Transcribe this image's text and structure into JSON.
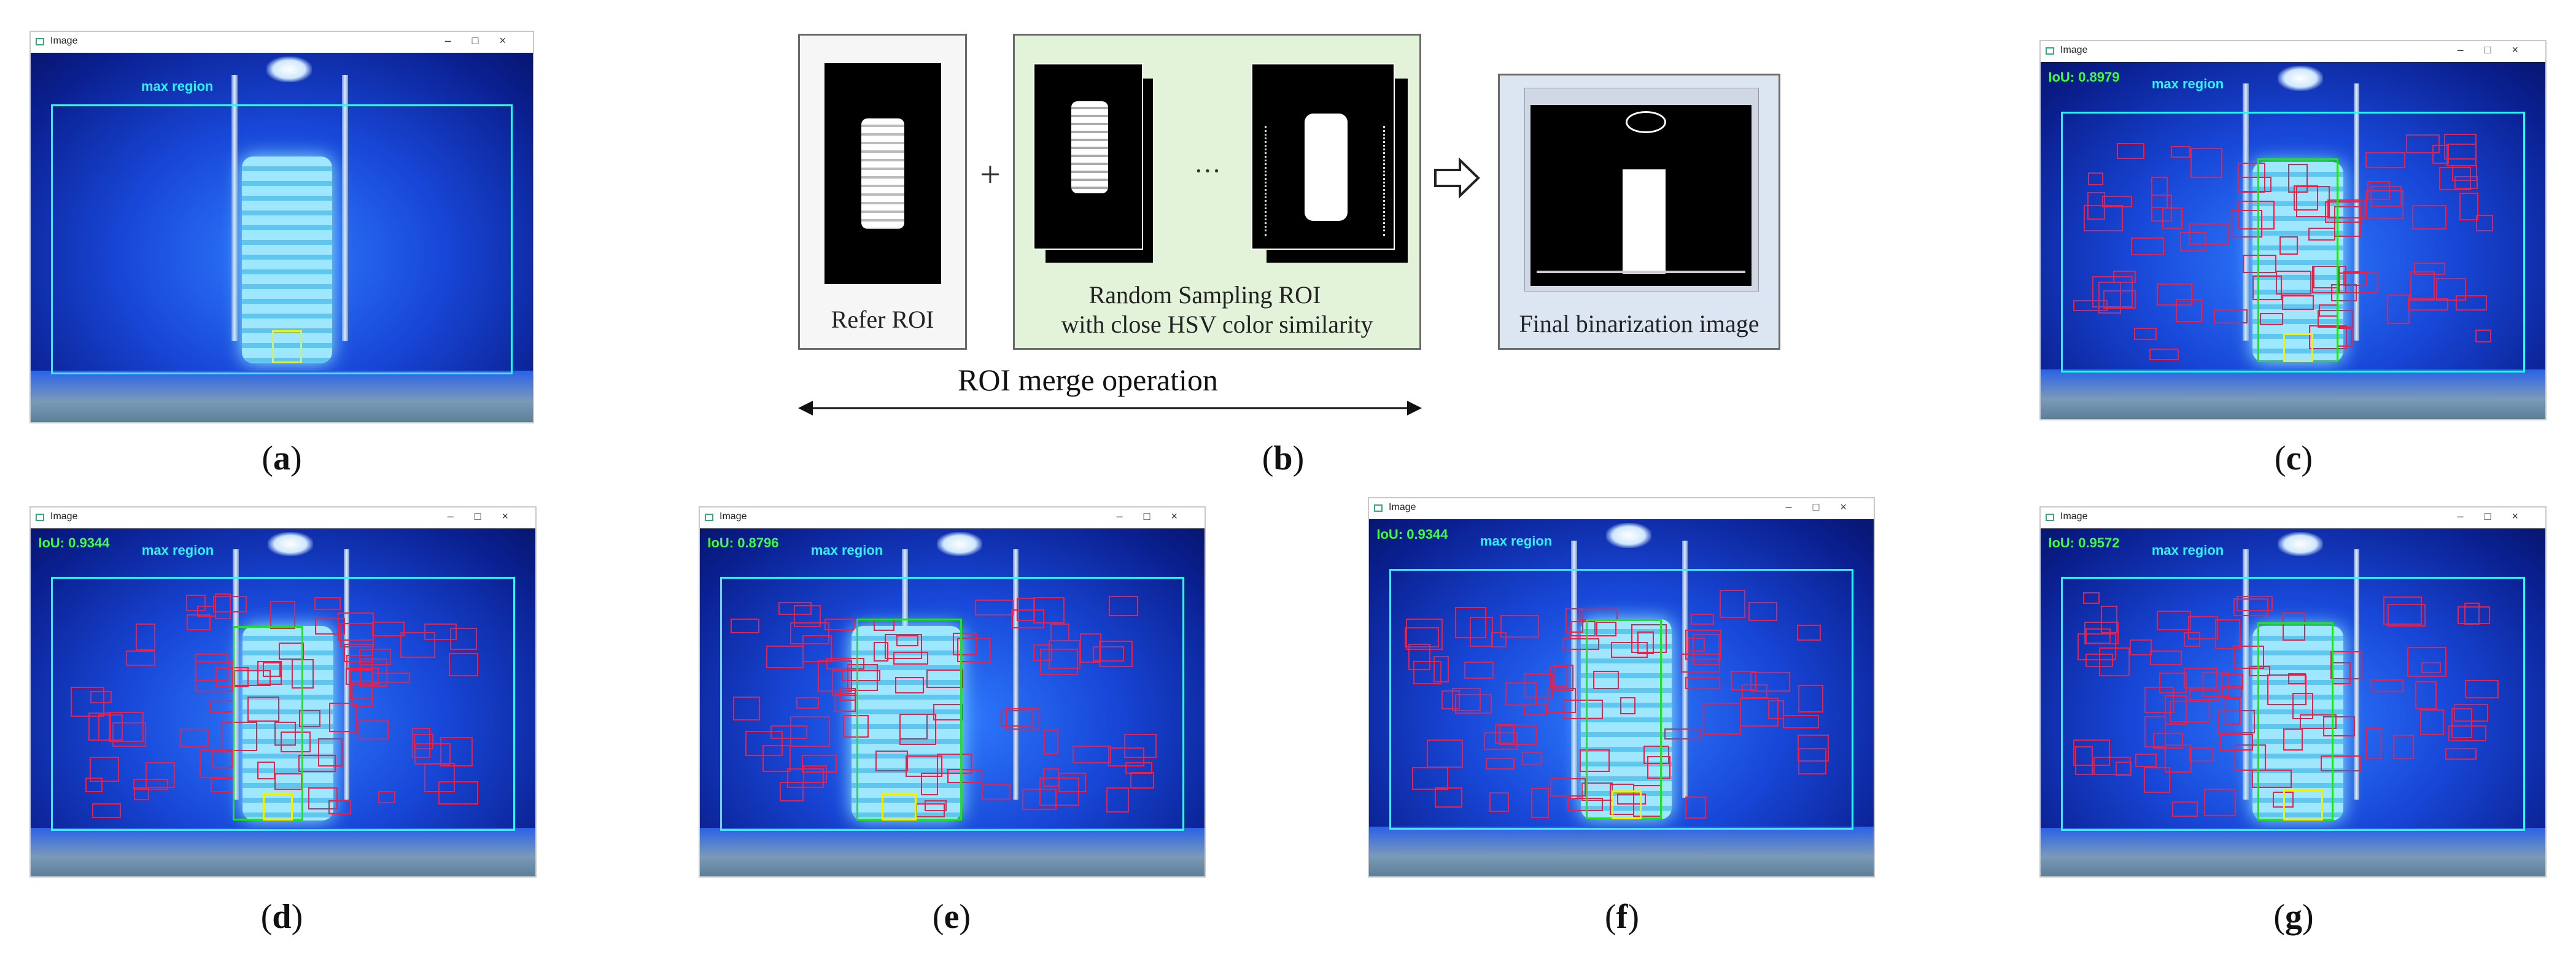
{
  "window_title": "Image",
  "max_region_label": "max region",
  "refer_roi_label": "Refer ROI",
  "random_sampling_label_1": "Random Sampling ROI",
  "random_sampling_label_2": "with close HSV color similarity",
  "ellipsis": "···",
  "plus": "+",
  "final_label": "Final binarization image",
  "merge_label": "ROI merge operation",
  "captions": {
    "a": "a",
    "b": "b",
    "c": "c",
    "d": "d",
    "e": "e",
    "f": "f",
    "g": "g"
  },
  "iou": {
    "c": "IoU: 0.8979",
    "d": "IoU: 0.9344",
    "e": "IoU: 0.8796",
    "f": "IoU: 0.9344",
    "g": "IoU: 0.9572"
  },
  "colors": {
    "roi_box": "#e8204a",
    "max_region": "#2ff2ff",
    "iou_text": "#3cff3c",
    "target_box": "#f2f200",
    "gt_box": "#22e022"
  }
}
